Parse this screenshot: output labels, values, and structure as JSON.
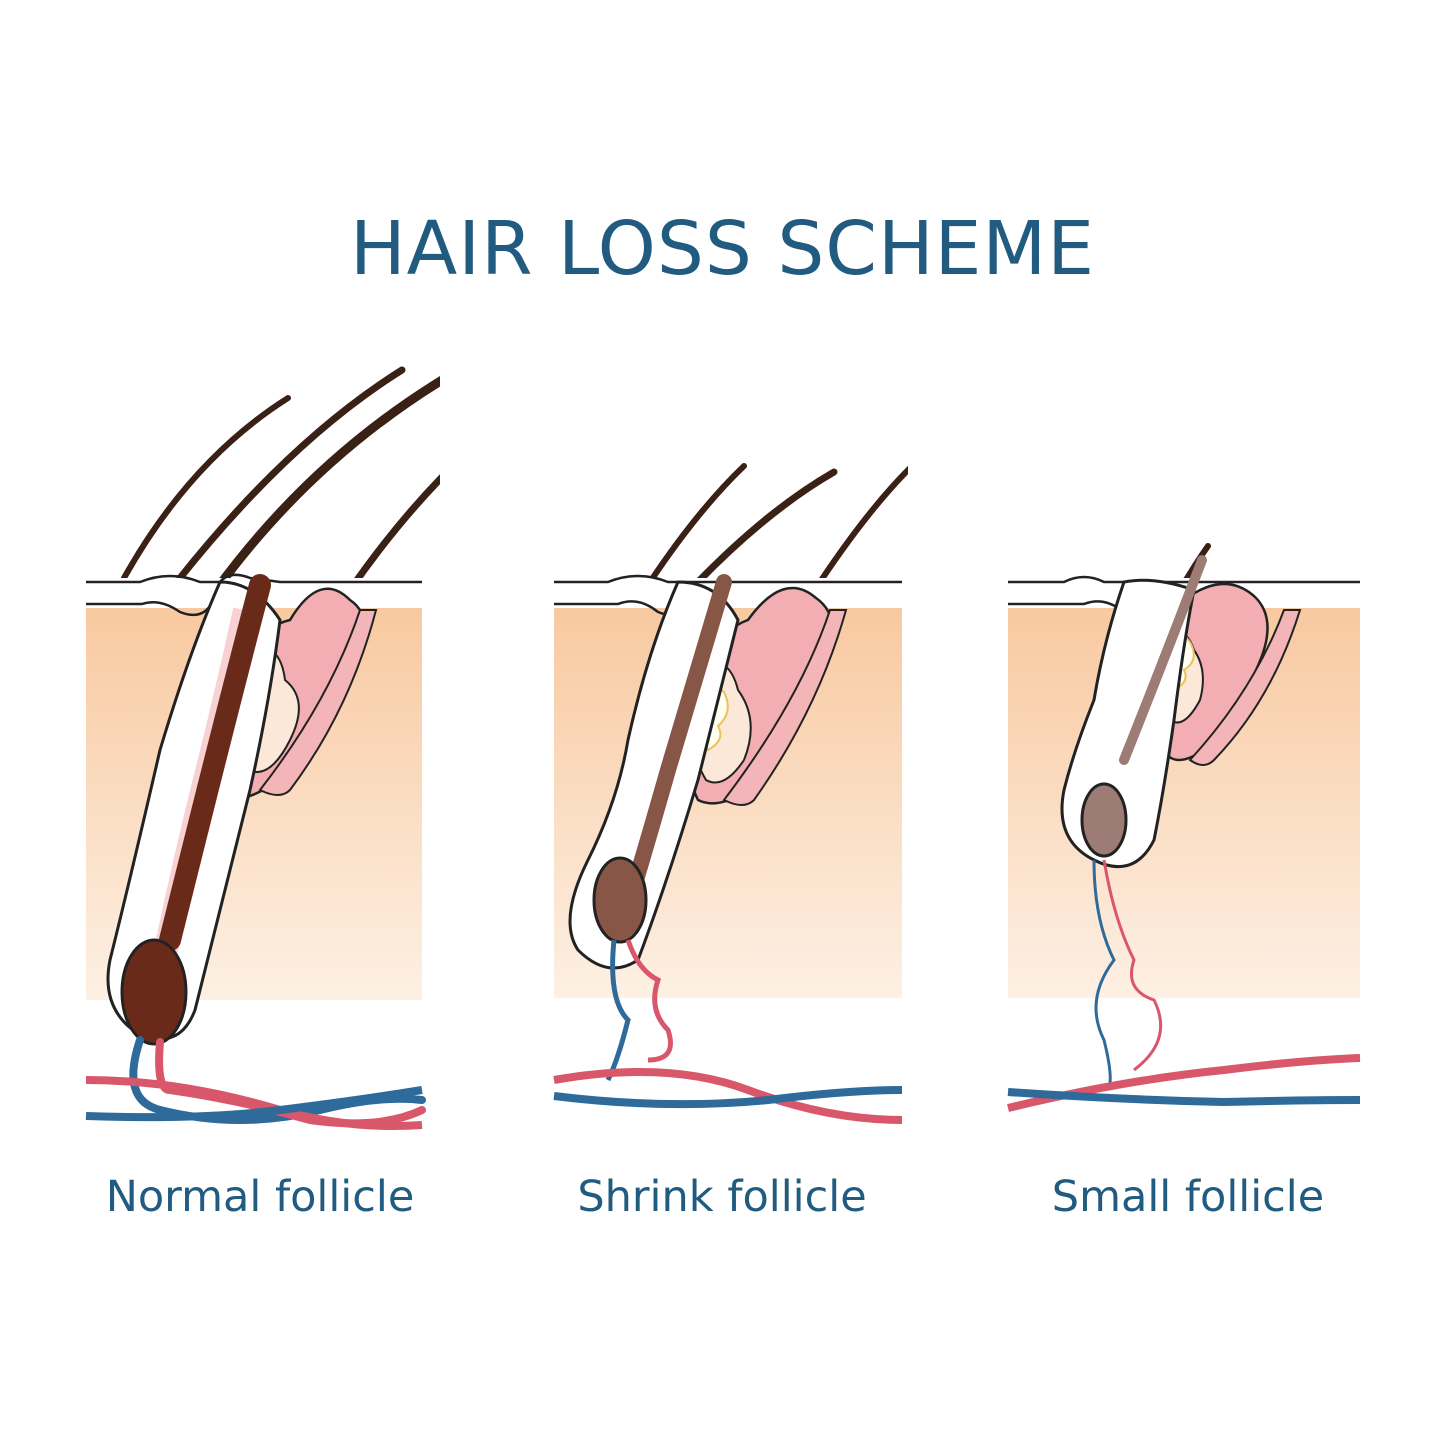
{
  "title": "HAIR LOSS SCHEME",
  "panels": [
    {
      "label": "Normal follicle"
    },
    {
      "label": "Shrink follicle"
    },
    {
      "label": "Small follicle"
    }
  ],
  "colors": {
    "title_text": "#225b80",
    "skin_top": "#f8cfa8",
    "skin_bottom": "#fdeee1",
    "gland": "#f1a7aa",
    "hair_normal": "#6a2a1a",
    "hair_shrink": "#875646",
    "hair_small": "#9c7c74",
    "artery": "#d9576a",
    "vein": "#2e6a9a"
  }
}
